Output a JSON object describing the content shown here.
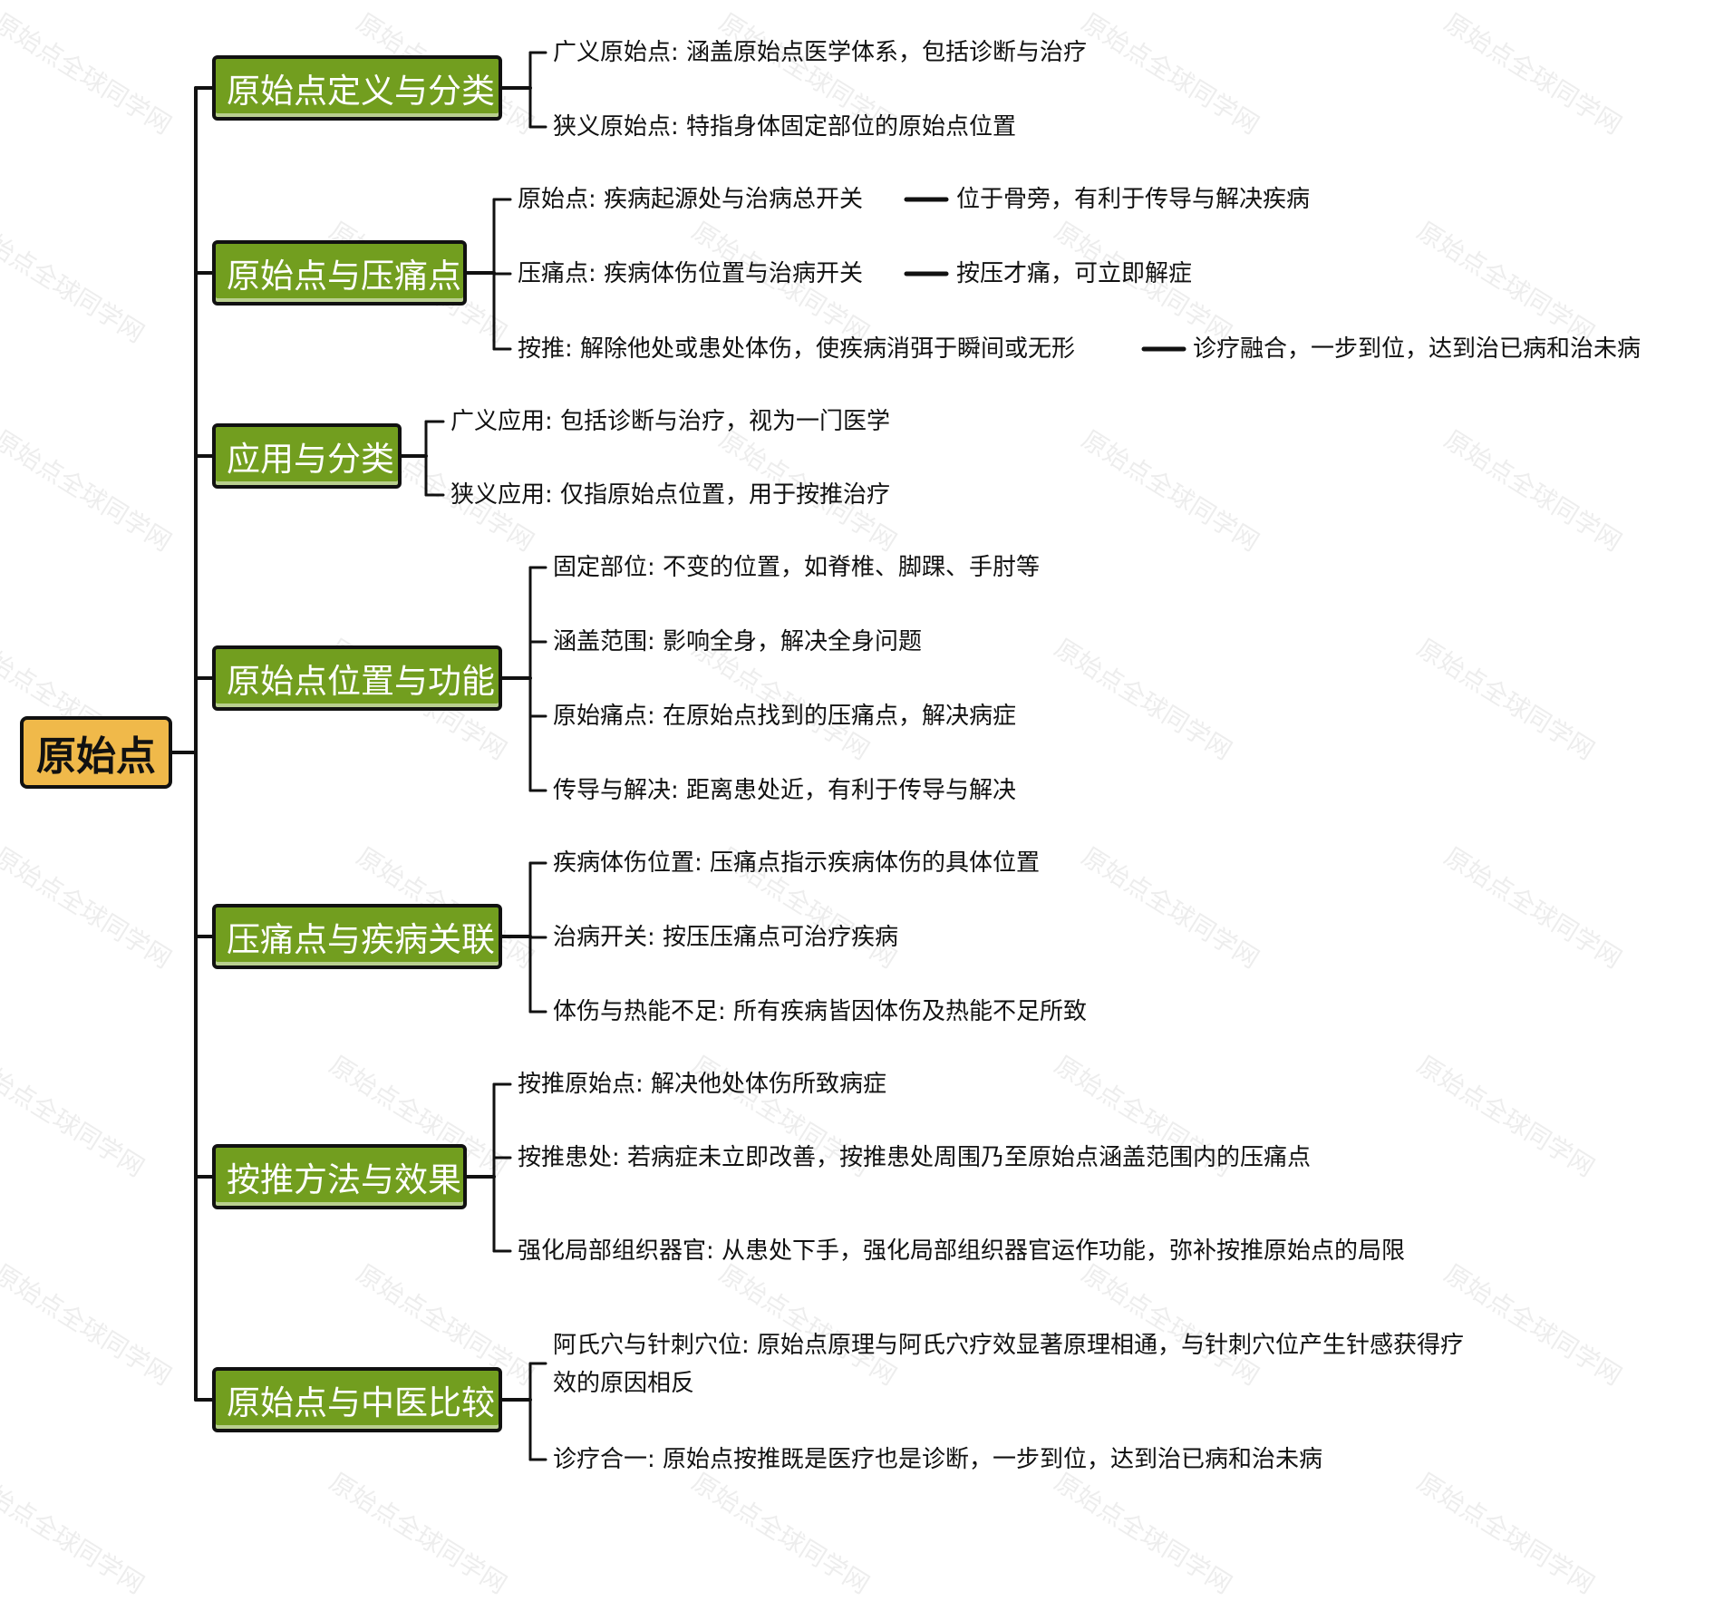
{
  "root": {
    "label": "原始点"
  },
  "watermark": "原始点全球同学网",
  "branches": [
    {
      "label": "原始点定义与分类",
      "leaves": [
        {
          "text": "广义原始点: 涵盖原始点医学体系，包括诊断与治疗"
        },
        {
          "text": "狭义原始点: 特指身体固定部位的原始点位置"
        }
      ]
    },
    {
      "label": "原始点与压痛点",
      "leaves": [
        {
          "text": "原始点: 疾病起源处与治病总开关",
          "sub": "位于骨旁，有利于传导与解决疾病"
        },
        {
          "text": "压痛点: 疾病体伤位置与治病开关",
          "sub": "按压才痛，可立即解症"
        },
        {
          "text": "按推: 解除他处或患处体伤，使疾病消弭于瞬间或无形",
          "sub": "诊疗融合，一步到位，达到治已病和治未病"
        }
      ]
    },
    {
      "label": "应用与分类",
      "leaves": [
        {
          "text": "广义应用: 包括诊断与治疗，视为一门医学"
        },
        {
          "text": "狭义应用: 仅指原始点位置，用于按推治疗"
        }
      ]
    },
    {
      "label": "原始点位置与功能",
      "leaves": [
        {
          "text": "固定部位: 不变的位置，如脊椎、脚踝、手肘等"
        },
        {
          "text": "涵盖范围: 影响全身，解决全身问题"
        },
        {
          "text": "原始痛点: 在原始点找到的压痛点，解决病症"
        },
        {
          "text": "传导与解决: 距离患处近，有利于传导与解决"
        }
      ]
    },
    {
      "label": "压痛点与疾病关联",
      "leaves": [
        {
          "text": "疾病体伤位置: 压痛点指示疾病体伤的具体位置"
        },
        {
          "text": "治病开关: 按压压痛点可治疗疾病"
        },
        {
          "text": "体伤与热能不足: 所有疾病皆因体伤及热能不足所致"
        }
      ]
    },
    {
      "label": "按推方法与效果",
      "leaves": [
        {
          "text": "按推原始点: 解决他处体伤所致病症"
        },
        {
          "text": "按推患处: 若病症未立即改善，按推患处周围乃至原始点涵盖范围内的压痛点"
        },
        {
          "text": "强化局部组织器官: 从患处下手，强化局部组织器官运作功能，弥补按推原始点的局限"
        }
      ]
    },
    {
      "label": "原始点与中医比较",
      "leaves": [
        {
          "text": "阿氏穴与针刺穴位: 原始点原理与阿氏穴疗效显著原理相通，与针刺穴位产生针感获得疗效的原因相反"
        },
        {
          "text": "诊疗合一: 原始点按推既是医疗也是诊断，一步到位，达到治已病和治未病"
        }
      ]
    }
  ]
}
